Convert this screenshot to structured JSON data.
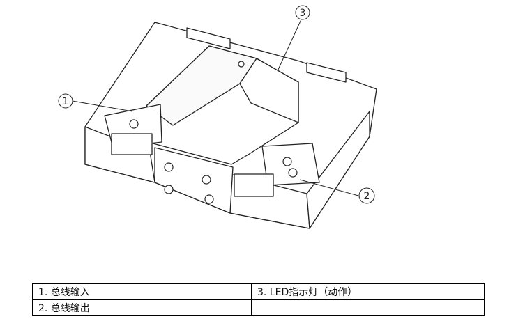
{
  "callouts": [
    {
      "number": "①",
      "label": "1"
    },
    {
      "number": "②",
      "label": "2"
    },
    {
      "number": "③",
      "label": "3"
    }
  ],
  "legend": {
    "rows": [
      [
        "1. 总线输入",
        "3. LED指示灯（动作）"
      ],
      [
        "2. 总线输出",
        ""
      ]
    ]
  }
}
